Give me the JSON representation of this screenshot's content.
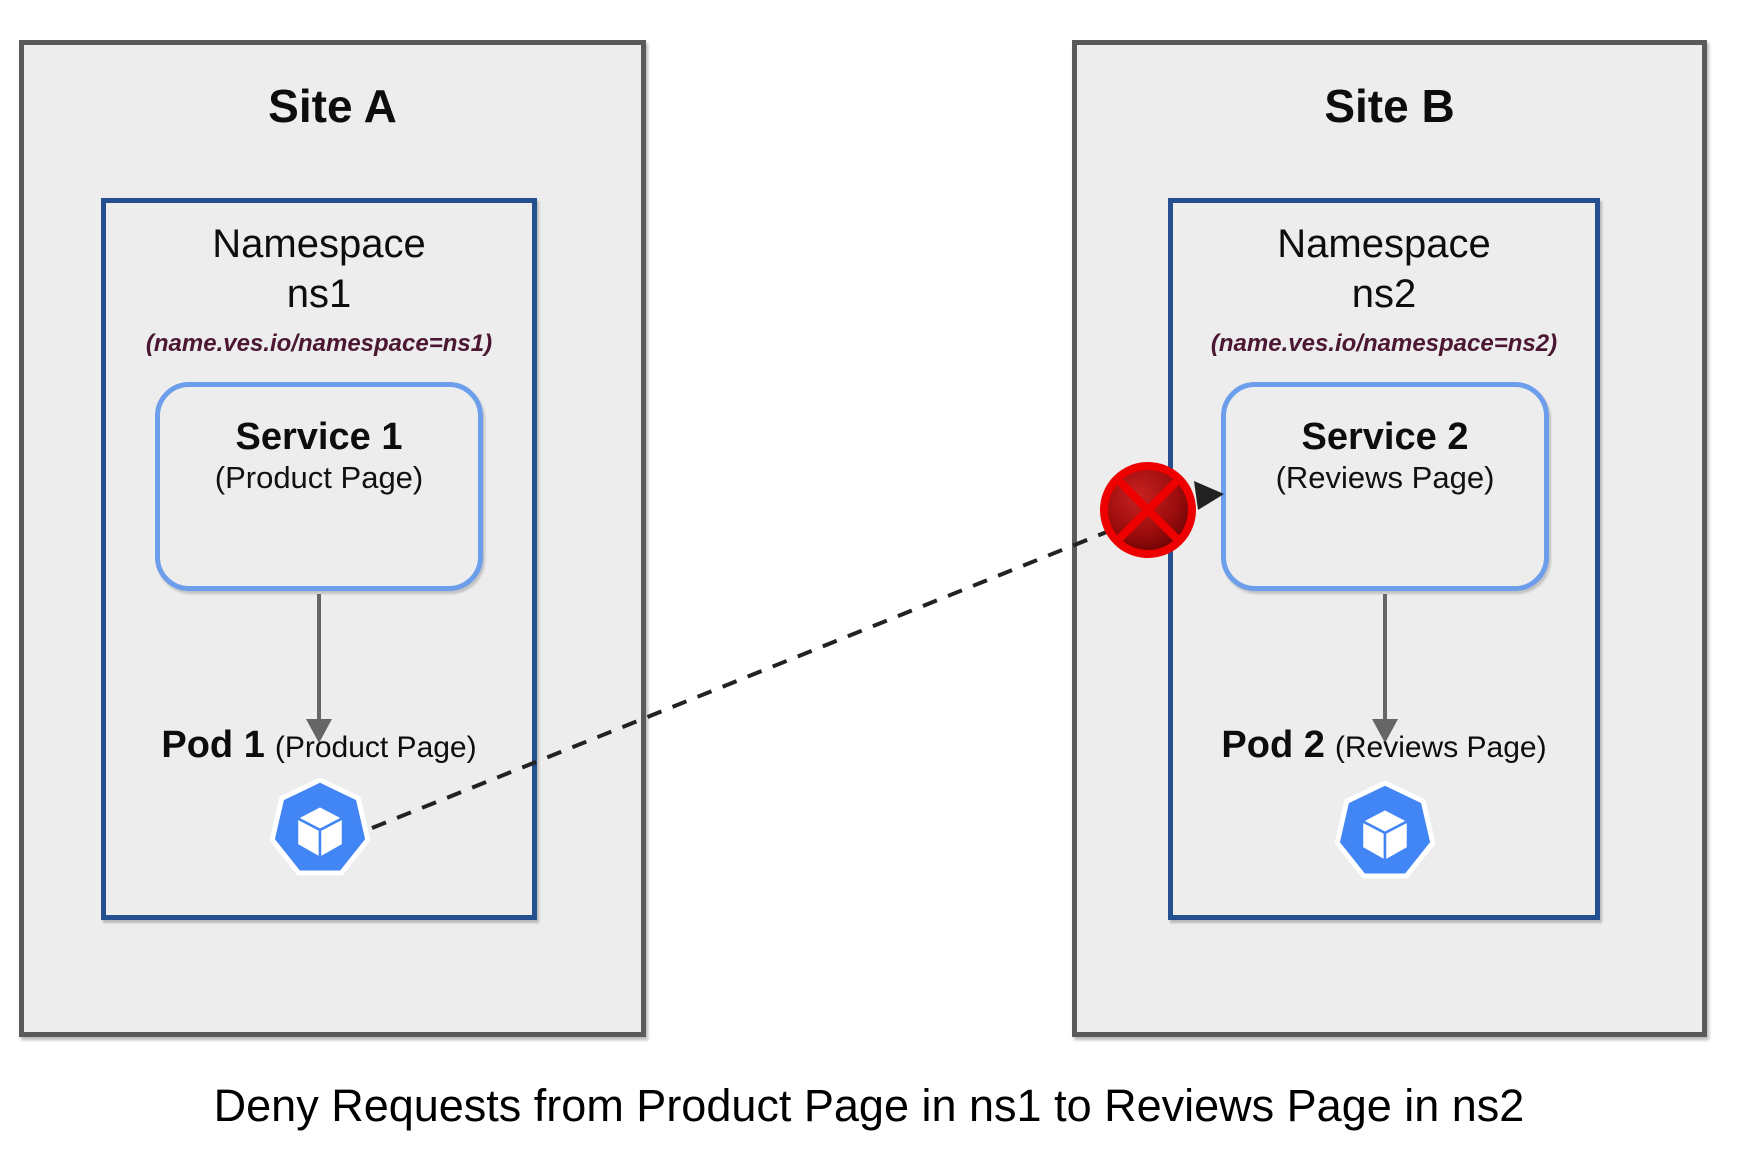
{
  "caption": "Deny Requests from Product Page in ns1 to Reviews Page in ns2",
  "site_a": {
    "title": "Site A",
    "namespace_name": "Namespace",
    "namespace_id": "ns1",
    "namespace_label": "(name.ves.io/namespace=ns1)",
    "service_name": "Service 1",
    "service_subtitle": "(Product Page)",
    "pod_name": "Pod 1",
    "pod_subtitle": "(Product Page)"
  },
  "site_b": {
    "title": "Site B",
    "namespace_name": "Namespace",
    "namespace_id": "ns2",
    "namespace_label": "(name.ves.io/namespace=ns2)",
    "service_name": "Service 2",
    "service_subtitle": "(Reviews Page)",
    "pod_name": "Pod 2",
    "pod_subtitle": "(Reviews Page)"
  },
  "icons": {
    "pod_icon": "kubernetes-pod-icon",
    "deny_icon": "deny-crossed-circle-icon"
  },
  "colors": {
    "site_fill": "#ededed",
    "site_border": "#5a5a5a",
    "namespace_border": "#24508f",
    "service_border": "#6d9eeb",
    "namespace_label_text": "#4b1733",
    "pod_icon_blue": "#4285f4",
    "deny_red": "#ee0000",
    "deny_dark_red": "#5a0000",
    "arrow_gray": "#666666",
    "dashed_line": "#222222",
    "text": "#111111"
  }
}
